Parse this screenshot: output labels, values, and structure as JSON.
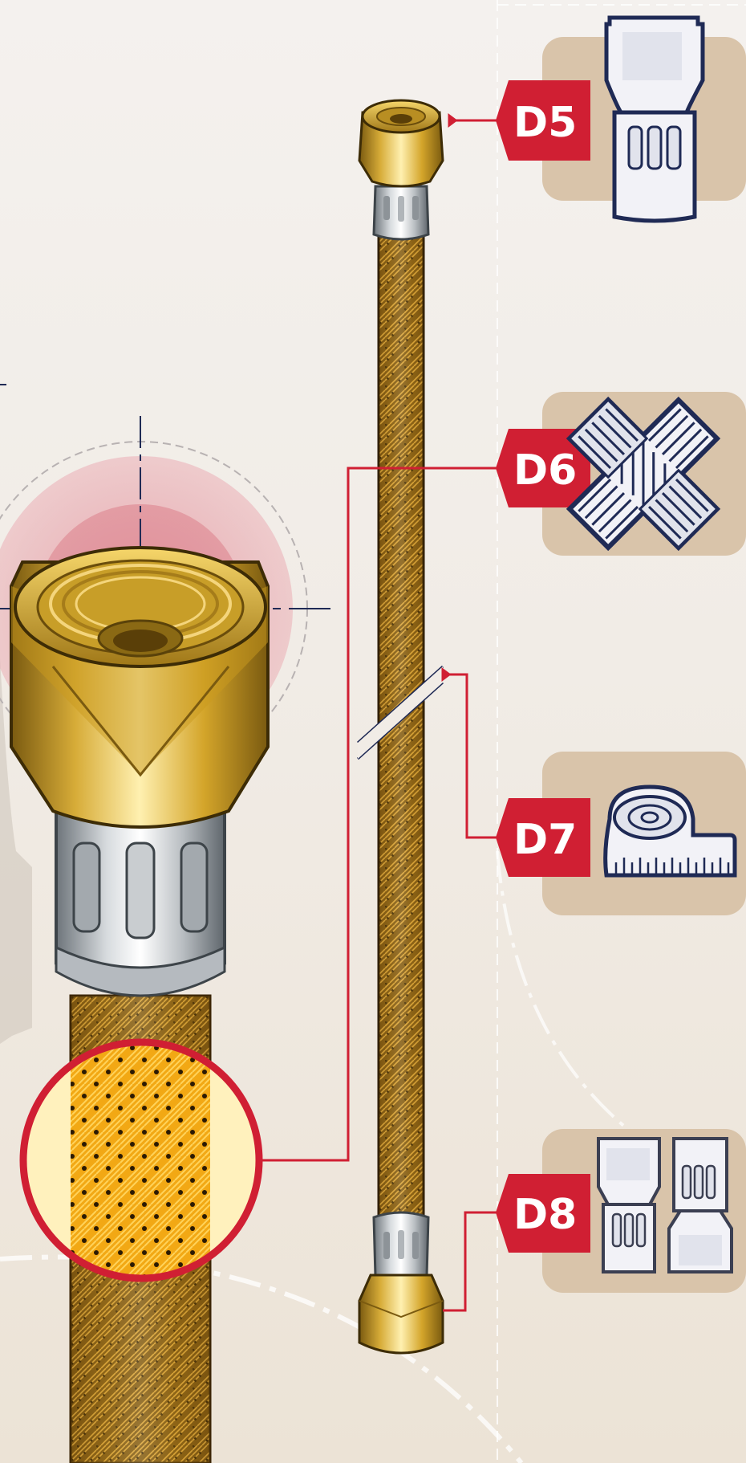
{
  "callouts": [
    {
      "id": "d5",
      "label": "D5",
      "icon": "compression-fitting-icon"
    },
    {
      "id": "d6",
      "label": "D6",
      "icon": "braided-mesh-icon"
    },
    {
      "id": "d7",
      "label": "D7",
      "icon": "measuring-tape-icon"
    },
    {
      "id": "d8",
      "label": "D8",
      "icon": "fitting-pair-icon"
    }
  ],
  "colors": {
    "accent_red": "#d01f33",
    "brass": "#d4a52a",
    "braid": "#8a5f12",
    "chrome": "#c6cace",
    "panel": "#d9c4aa",
    "navy": "#1f2a55"
  }
}
